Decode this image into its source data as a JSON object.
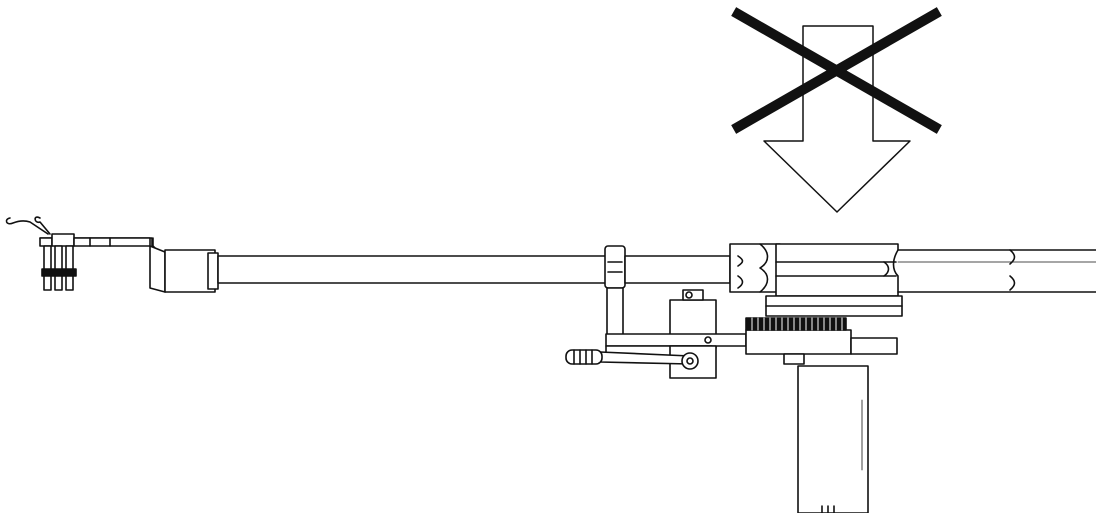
{
  "figure": {
    "colors": {
      "line": "#111111",
      "fill": "#ffffff"
    },
    "warning": {
      "symbol": "prohibited-x",
      "arrow_direction": "down"
    },
    "parts": [
      "headshell",
      "stylus-lift-hook",
      "cartridge-pins",
      "arm-tube",
      "arm-clamp",
      "pivot-housing",
      "height-adjust-knurled-ring",
      "lift-lever",
      "lift-lever-knob",
      "mounting-shaft",
      "rear-arm-tube"
    ]
  }
}
